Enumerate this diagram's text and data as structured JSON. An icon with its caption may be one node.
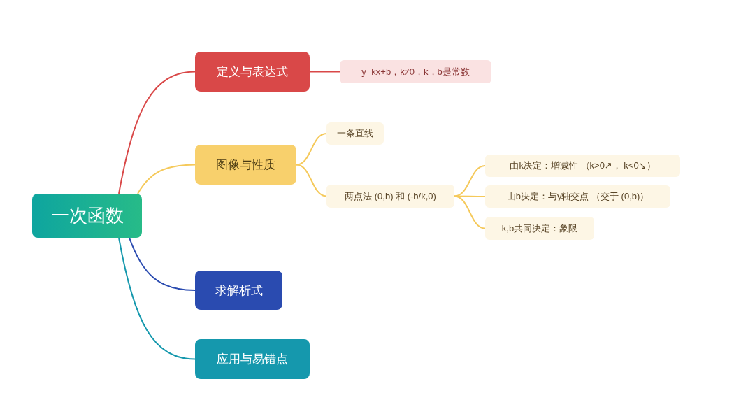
{
  "diagram": {
    "nodes": [
      {
        "text": [
          "一次函数"
        ]
      },
      {
        "text": [
          "定义与表达式"
        ]
      },
      {
        "text": [
          "y=kx+b，k≠0，k，b是常数"
        ]
      },
      {
        "text": [
          "图像与性质"
        ]
      },
      {
        "text": [
          "一条直线"
        ]
      },
      {
        "text": [
          "两点法 (0,b) 和 (-b/k,0)"
        ]
      },
      {
        "text": [
          "由k决定：增减性 （k>0↗， k<0↘）"
        ]
      },
      {
        "text": [
          "由b决定：与y轴交点 （交于 (0,b)）"
        ]
      },
      {
        "text": [
          "k,b共同决定：象限"
        ]
      },
      {
        "text": [
          "求解析式"
        ]
      },
      {
        "text": [
          "应用与易错点"
        ]
      }
    ],
    "edges": [
      {
        "from": 0,
        "to": 1,
        "arrow": "none",
        "color": "#d94848"
      },
      {
        "from": 1,
        "to": 2,
        "arrow": "none",
        "color": "#d94848"
      },
      {
        "from": 0,
        "to": 3,
        "arrow": "none"
      },
      {
        "from": 3,
        "to": 4,
        "arrow": "none"
      },
      {
        "from": 3,
        "to": 5,
        "arrow": "none"
      },
      {
        "from": 5,
        "to": 6,
        "arrow": "none"
      },
      {
        "from": 5,
        "to": 7,
        "arrow": "none"
      },
      {
        "from": 5,
        "to": 8,
        "arrow": "none"
      },
      {
        "from": 0,
        "to": 9,
        "arrow": "none",
        "color": "#2a4bb0"
      },
      {
        "from": 0,
        "to": 10,
        "arrow": "none",
        "color": "#1598ad"
      }
    ]
  }
}
